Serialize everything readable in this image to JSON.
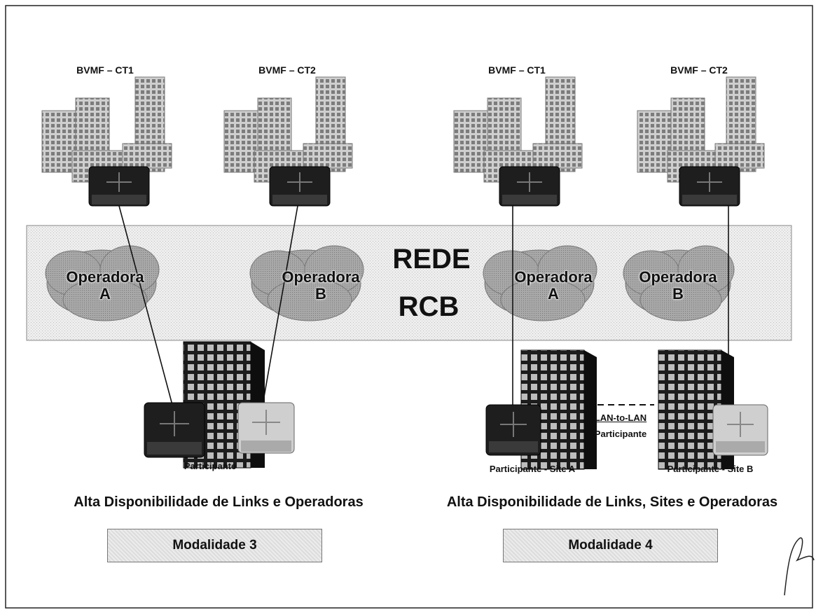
{
  "sites": {
    "m3_ct1": "BVMF – CT1",
    "m3_ct2": "BVMF – CT2",
    "m4_ct1": "BVMF – CT1",
    "m4_ct2": "BVMF – CT2"
  },
  "network": {
    "line1": "REDE",
    "line2": "RCB"
  },
  "clouds": [
    {
      "line1": "Operadora",
      "line2": "A"
    },
    {
      "line1": "Operadora",
      "line2": "B"
    },
    {
      "line1": "Operadora",
      "line2": "A"
    },
    {
      "line1": "Operadora",
      "line2": "B"
    }
  ],
  "participants": {
    "m3": "Participante",
    "site_a": "Participante - Site A",
    "site_b": "Participante - Site B",
    "lan_link": "LAN-to-LAN",
    "lan_participant": "Participante"
  },
  "captions": {
    "m3": "Alta Disponibilidade  de Links e Operadoras",
    "m4": "Alta Disponibilidade  de Links, Sites e Operadoras"
  },
  "modalities": {
    "m3": "Modalidade 3",
    "m4": "Modalidade 4"
  }
}
